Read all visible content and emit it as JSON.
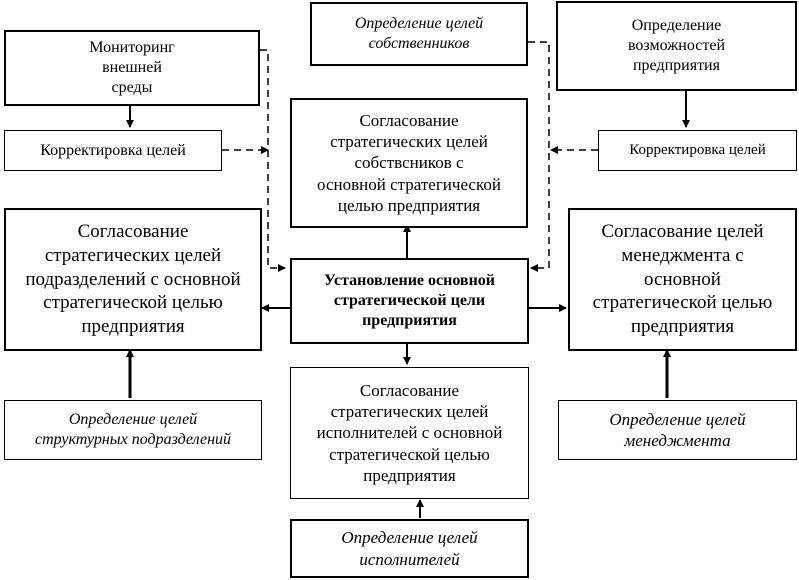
{
  "nodes": {
    "monitoring": "Мониторинг\nвнешней\nсреды",
    "owners_goals": "Определение целей\nсобственников",
    "enterprise_capabilities": "Определение\nвозможностей\nпредприятия",
    "correction_left": "Корректировка целей",
    "correction_right": "Корректировка целей",
    "owners_agreement": "Согласование\nстратегических целей\nсобствсников с\nосновной стратегической\nцелью предприятия",
    "divisions_agreement": "Согласование\nстратегических целей\nподразделений с основной\nстратегической целью\nпредприятия",
    "main_goal": "Установление основной\nстратегической цели\nпредприятия",
    "management_agreement": "Согласование целей\nменеджмента с\nосновной\nстратегической целью\nпредприятия",
    "executors_agreement": "Согласование\nстратегических целей\nисполнителей с основной\nстратегической целью\nпредприятия",
    "divisions_goals": "Определение целей\nструктурных подразделений",
    "management_goals": "Определение целей\nменеджмента",
    "executors_goals": "Определение целей\nисполнителей"
  }
}
